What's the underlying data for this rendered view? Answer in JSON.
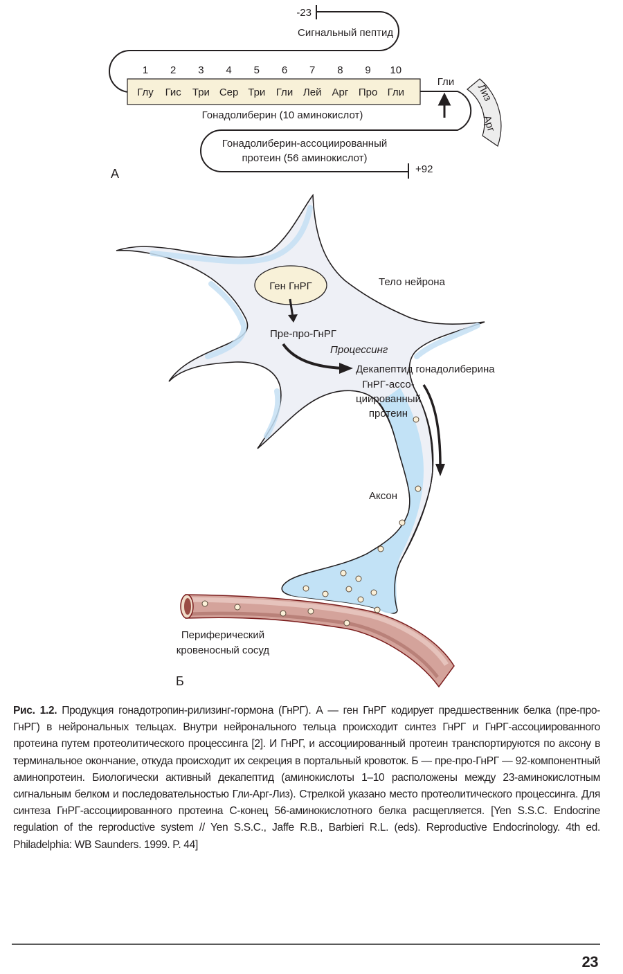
{
  "panel_a": {
    "label": "А",
    "start_marker": "-23",
    "end_marker": "+92",
    "signal_peptide_label": "Сигнальный пептид",
    "positions": [
      "1",
      "2",
      "3",
      "4",
      "5",
      "6",
      "7",
      "8",
      "9",
      "10"
    ],
    "residues": [
      "Глу",
      "Гис",
      "Три",
      "Сер",
      "Три",
      "Гли",
      "Лей",
      "Арг",
      "Про",
      "Гли"
    ],
    "decapeptide_label": "Гонадолиберин (10 аминокислот)",
    "cleavage_residue": "Гли",
    "cap_residues": [
      "Лиз",
      "Арг"
    ],
    "gap_label_line1": "Гонадолиберин-ассоциированный",
    "gap_label_line2": "протеин (56 аминокислот)"
  },
  "panel_b": {
    "label": "Б",
    "nucleus_label": "Ген ГнРГ",
    "neuron_body_label": "Тело нейрона",
    "prepro_label": "Пре-про-ГнРГ",
    "processing_label": "Процессинг",
    "decapeptide_label": "Декапептид гонадолиберина",
    "gap_label_line1": "ГнРГ-ассо-",
    "gap_label_line2": "циированный",
    "gap_label_line3": "протеин",
    "axon_label": "Аксон",
    "vessel_label_line1": "Периферический",
    "vessel_label_line2": "кровеносный сосуд"
  },
  "colors": {
    "neuron_fill": "#eef0f6",
    "neuron_edge": "#c4dff3",
    "axon_fill": "#bfe0f5",
    "nucleus_fill": "#f8f1d8",
    "residue_box": "#f8f1d8",
    "vessel_fill": "#dcb3ac",
    "vessel_dark": "#a86860",
    "vessel_outline": "#7a1c1c",
    "vesicle_fill": "#fbf0d8",
    "cap_fill": "#ededed"
  },
  "caption": {
    "label": "Рис. 1.2.",
    "text": "Продукция гонадотропин-рилизинг-гормона (ГнРГ). А — ген ГнРГ кодирует предшественник белка (пре-про-ГнРГ) в нейрональных тельцах. Внутри нейронального тельца происходит синтез ГнРГ и ГнРГ-ассоциированного протеина путем протеолитического процессинга [2]. И ГнРГ, и ассоциированный протеин транспортируются по аксону в терминальное окончание, откуда происходит их секреция в портальный кровоток. Б — пре-про-ГнРГ — 92-компонентный аминопротеин. Биологически активный декапептид (аминокислоты 1–10 расположены между 23-аминокислотным сигнальным белком и последовательностью Гли-Арг-Лиз). Стрелкой указано место протеолитического процессинга. Для синтеза ГнРГ-ассоциированного протеина С-конец 56-аминокислотного белка расщепляется. [Yen S.S.C. Endocrine regulation of the reproductive system // Yen S.S.C., Jaffe R.B., Barbieri R.L. (eds). Reproductive Endocrinology. 4th ed. Philadelphia: WB Saunders. 1999. P. 44]"
  },
  "footer": {
    "page_number": "23"
  }
}
